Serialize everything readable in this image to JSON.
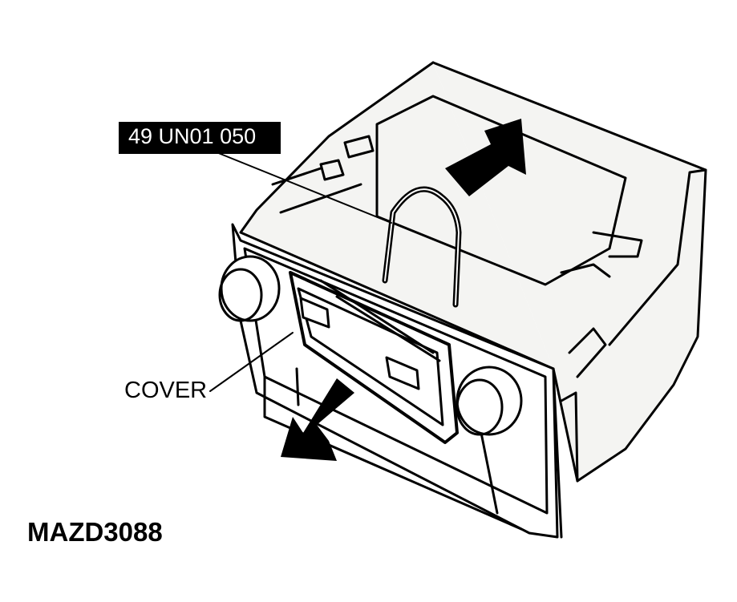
{
  "labels": {
    "tool_number": "49 UN01 050",
    "cover": "COVER",
    "figure_id": "MAZD3088"
  },
  "colors": {
    "ink": "#000000",
    "paper": "#ffffff",
    "body": "#f4f4f2"
  },
  "icons": [
    "up-right-arrow-icon",
    "down-left-arrow-icon"
  ]
}
